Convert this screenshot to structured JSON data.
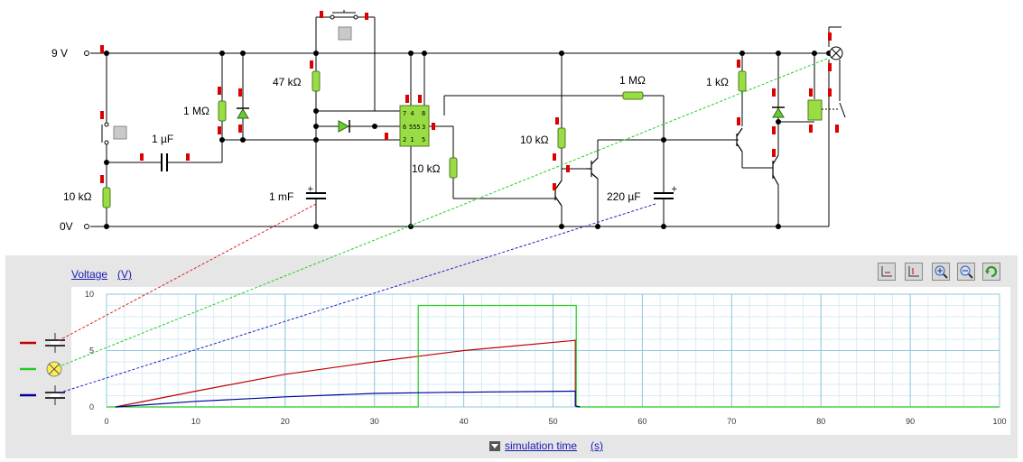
{
  "circuit": {
    "supply_label": "9 V",
    "ground_label": "0V",
    "components": {
      "r_left": "10 kΩ",
      "r_1m_left": "1 MΩ",
      "c_1uf": "1 µF",
      "r_47k": "47 kΩ",
      "c_1mf": "1 mF",
      "ic_label": "555",
      "ic_pins_top": "7 4",
      "ic_pin_right_top": "8",
      "ic_pins_mid": "6",
      "ic_pin_right_mid": "3",
      "ic_pins_bottom": "2 1",
      "ic_pin_right_bottom": "5",
      "r_10k_mid": "10 kΩ",
      "r_1m_right": "1 MΩ",
      "r_10k_trans": "10 kΩ",
      "c_220uf": "220 µF",
      "r_1k": "1 kΩ"
    }
  },
  "graph": {
    "quantity_link": "Voltage",
    "unit_link": "(V)",
    "time_link": "simulation time",
    "time_unit_link": "(s)",
    "toolbar": [
      "fit-x-icon",
      "fit-y-icon",
      "zoom-in-icon",
      "zoom-out-icon",
      "refresh-icon"
    ]
  },
  "chart_data": {
    "type": "line",
    "xlim": [
      0,
      100
    ],
    "ylim": [
      0,
      10
    ],
    "x_ticks": [
      0,
      10,
      20,
      30,
      40,
      50,
      60,
      70,
      80,
      90,
      100
    ],
    "y_ticks": [
      0,
      5,
      10
    ],
    "grid": true,
    "legend": "left",
    "series": [
      {
        "color": "#c00000",
        "legend_icon": "capacitor-1mf-icon",
        "x": [
          1,
          10,
          20,
          30,
          40,
          52.5,
          52.5,
          53
        ],
        "y": [
          0,
          1.4,
          2.9,
          4.0,
          5.0,
          5.9,
          0.1,
          0
        ]
      },
      {
        "color": "#22cc22",
        "legend_icon": "lamp-icon",
        "x": [
          0,
          34.9,
          34.9,
          52.6,
          52.6,
          100
        ],
        "y": [
          0,
          0,
          9.0,
          9.0,
          0,
          0
        ]
      },
      {
        "color": "#00009a",
        "legend_icon": "capacitor-220uf-icon",
        "x": [
          1,
          10,
          20,
          30,
          38,
          52.5,
          52.5,
          53
        ],
        "y": [
          0,
          0.5,
          0.9,
          1.2,
          1.3,
          1.4,
          0.1,
          0
        ]
      }
    ]
  }
}
